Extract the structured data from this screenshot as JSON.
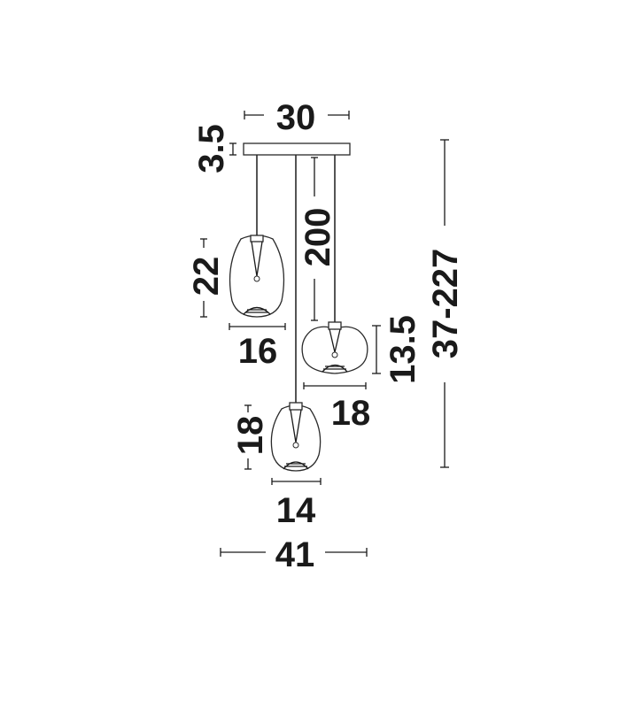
{
  "dimensions": {
    "canopy_width": "30",
    "canopy_height": "3.5",
    "cable_length": "200",
    "total_height": "37-227",
    "lamp_left_height": "22",
    "lamp_left_width": "16",
    "lamp_right_height": "13.5",
    "lamp_right_width": "18",
    "lamp_bottom_height": "18",
    "lamp_bottom_width": "14",
    "overall_width": "41"
  },
  "colors": {
    "line": "#1a1a1a",
    "background": "#ffffff"
  }
}
